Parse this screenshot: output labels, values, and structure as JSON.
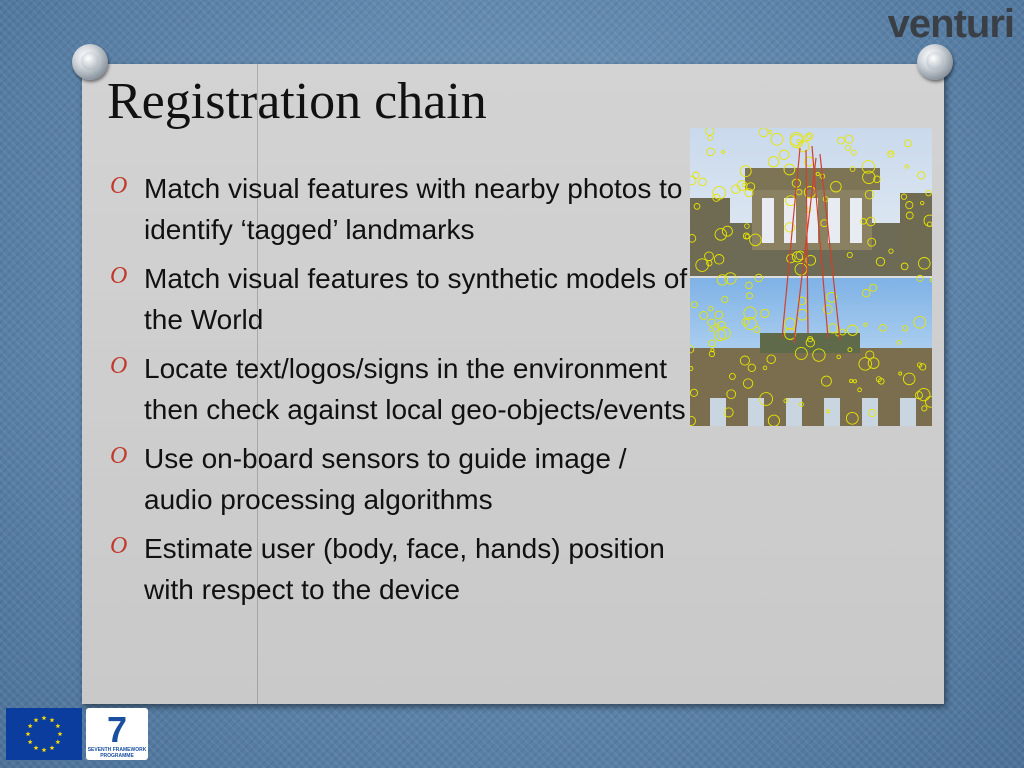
{
  "logo": {
    "text": "venturi"
  },
  "slide": {
    "title": "Registration chain",
    "bullet_glyph": "O",
    "bullets": [
      {
        "text": "Match visual features with nearby photos to identify ‘tagged’ landmarks"
      },
      {
        "text": "Match visual features to synthetic models of the World"
      },
      {
        "text": "Locate text/logos/signs in the environment then check against local geo-objects/events"
      },
      {
        "text": "Use on-board sensors to guide image / audio processing algorithms"
      },
      {
        "text": "Estimate user (body, face, hands) position with respect to the device"
      }
    ]
  },
  "footer": {
    "fp7_line1": "SEVENTH FRAMEWORK",
    "fp7_line2": "PROGRAMME",
    "fp7_number": "7"
  },
  "colors": {
    "bullet_accent": "#c0392b",
    "feature_marker": "#e6e600",
    "match_line": "#d0402b",
    "eu_blue": "#0b3d9f",
    "eu_star": "#ffdd00"
  }
}
